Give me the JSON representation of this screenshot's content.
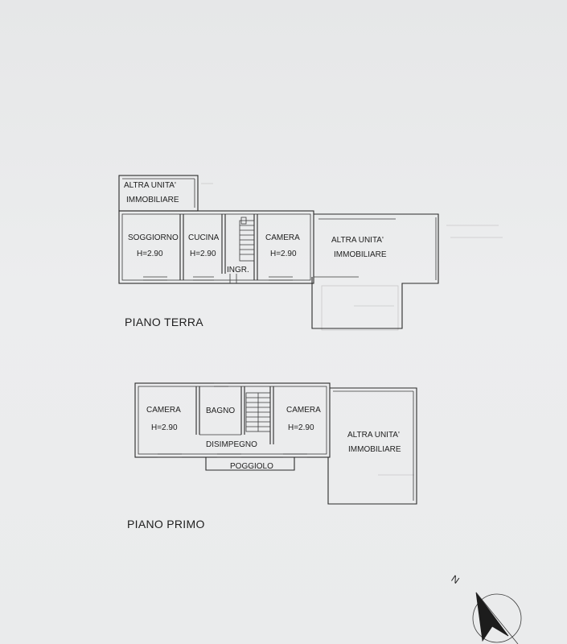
{
  "piano_terra": {
    "title": "PIANO TERRA",
    "altra_unita_1_line1": "ALTRA UNITA'",
    "altra_unita_1_line2": "IMMOBILIARE",
    "soggiorno": "SOGGIORNO",
    "soggiorno_h": "H=2.90",
    "cucina": "CUCINA",
    "cucina_h": "H=2.90",
    "camera": "CAMERA",
    "camera_h": "H=2.90",
    "ingresso": "INGR.",
    "altra_unita_2_line1": "ALTRA UNITA'",
    "altra_unita_2_line2": "IMMOBILIARE"
  },
  "piano_primo": {
    "title": "PIANO PRIMO",
    "camera_1": "CAMERA",
    "camera_1_h": "H=2.90",
    "bagno": "BAGNO",
    "camera_2": "CAMERA",
    "camera_2_h": "H=2.90",
    "disimpegno": "DISIMPEGNO",
    "poggiolo": "POGGIOLO",
    "altra_unita_line1": "ALTRA UNITA'",
    "altra_unita_line2": "IMMOBILIARE"
  },
  "north_arrow": {
    "label": "N"
  }
}
